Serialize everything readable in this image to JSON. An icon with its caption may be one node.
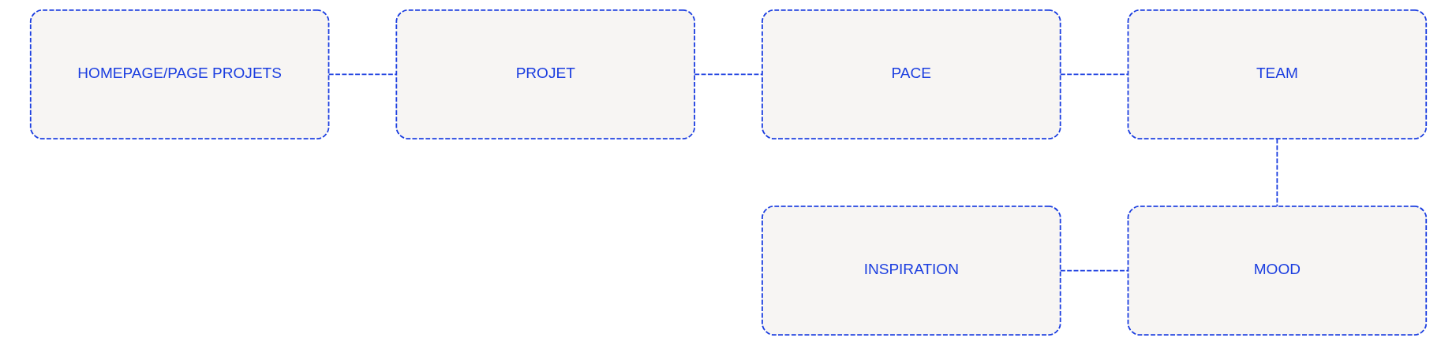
{
  "diagram": {
    "nodes": [
      {
        "text": [
          "HOMEPAGE/PAGE PROJETS"
        ]
      },
      {
        "text": [
          "PROJET"
        ]
      },
      {
        "text": [
          "PACE"
        ]
      },
      {
        "text": [
          "TEAM"
        ]
      },
      {
        "text": [
          "INSPIRATION"
        ]
      },
      {
        "text": [
          "MOOD"
        ]
      }
    ],
    "edges": [
      {
        "from": 0,
        "to": 1,
        "arrow": "none",
        "style": "dashed"
      },
      {
        "from": 1,
        "to": 2,
        "arrow": "none",
        "style": "dashed"
      },
      {
        "from": 2,
        "to": 3,
        "arrow": "none",
        "style": "dashed"
      },
      {
        "from": 3,
        "to": 5,
        "arrow": "none",
        "style": "dashed"
      },
      {
        "from": 4,
        "to": 5,
        "arrow": "none",
        "style": "dashed"
      }
    ]
  }
}
